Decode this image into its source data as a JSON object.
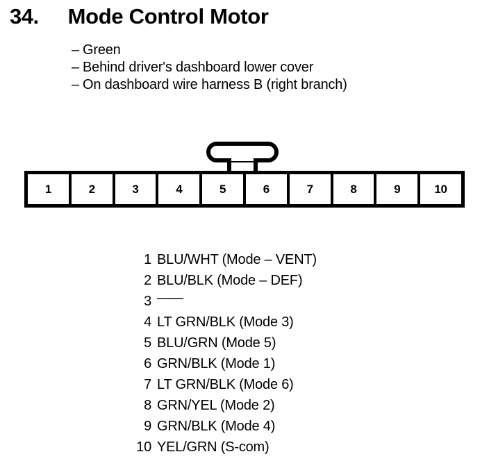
{
  "header": {
    "item_number": "34.",
    "title": "Mode Control Motor",
    "notes": [
      {
        "dash": "–",
        "text": "Green"
      },
      {
        "dash": "–",
        "text": "Behind driver's dashboard lower cover"
      },
      {
        "dash": "–",
        "text": "On dashboard wire harness B (right branch)"
      }
    ]
  },
  "connector": {
    "tab_icon": "latch-tab-icon",
    "pins": [
      "1",
      "2",
      "3",
      "4",
      "5",
      "6",
      "7",
      "8",
      "9",
      "10"
    ]
  },
  "legend": {
    "rows": [
      {
        "num": "1",
        "label": "BLU/WHT (Mode – VENT)"
      },
      {
        "num": "2",
        "label": "BLU/BLK (Mode – DEF)"
      },
      {
        "num": "3",
        "label": "——"
      },
      {
        "num": "4",
        "label": "LT GRN/BLK (Mode 3)"
      },
      {
        "num": "5",
        "label": "BLU/GRN (Mode 5)"
      },
      {
        "num": "6",
        "label": "GRN/BLK (Mode 1)"
      },
      {
        "num": "7",
        "label": "LT GRN/BLK (Mode 6)"
      },
      {
        "num": "8",
        "label": "GRN/YEL (Mode 2)"
      },
      {
        "num": "9",
        "label": "GRN/BLK (Mode 4)"
      },
      {
        "num": "10",
        "label": "YEL/GRN (S-com)"
      }
    ]
  },
  "colors": {
    "ink": "#000000",
    "paper": "#ffffff"
  }
}
